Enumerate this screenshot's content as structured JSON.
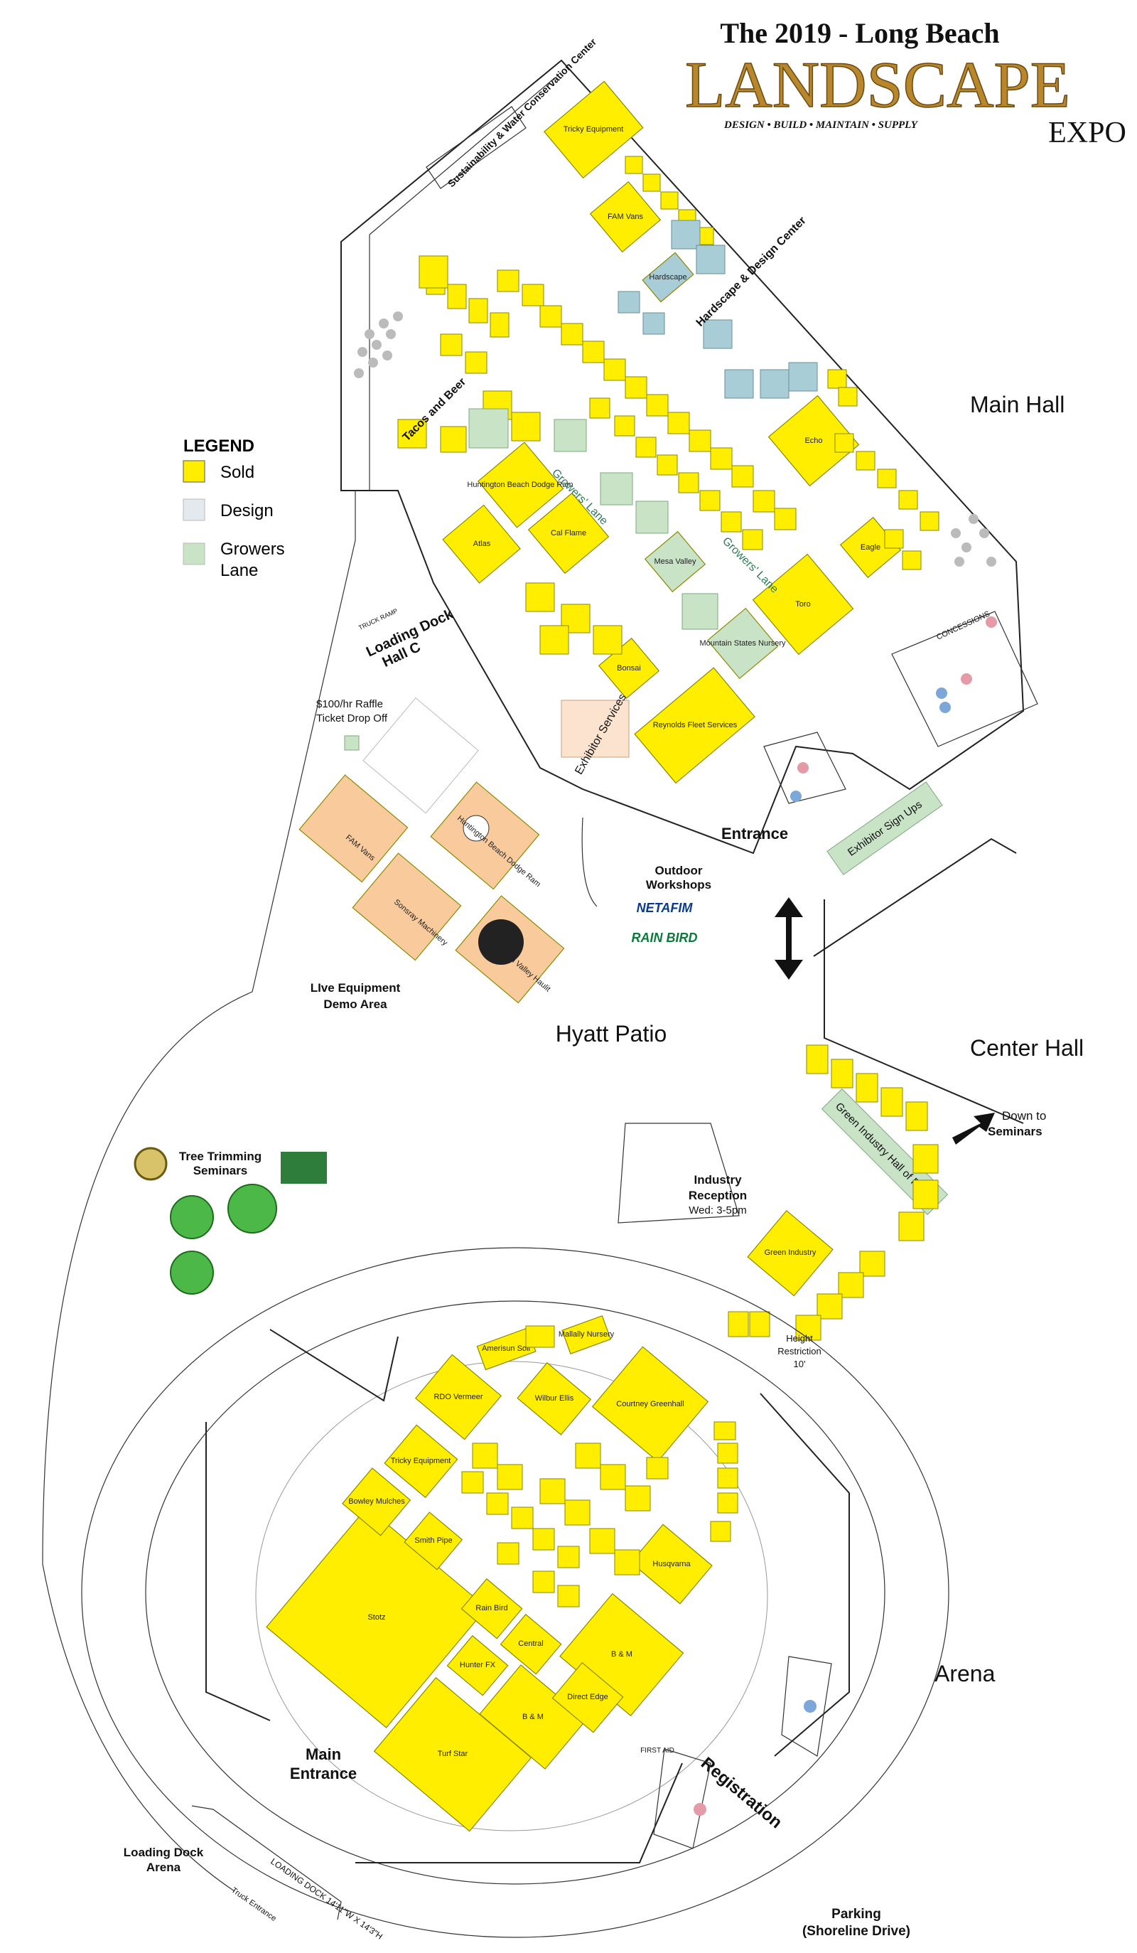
{
  "header": {
    "line1": "The 2019 - Long Beach",
    "line2": "LANDSCAPE",
    "tagline": "DESIGN • BUILD • MAINTAIN • SUPPLY",
    "line3": "EXPO"
  },
  "legend": {
    "title": "LEGEND",
    "items": [
      {
        "label": "Sold",
        "color": "#ffee00"
      },
      {
        "label": "Design",
        "color": "#e3e9ef"
      },
      {
        "label": "Growers",
        "label2": "Lane",
        "color": "#c8e3c6"
      }
    ]
  },
  "areas": {
    "main_hall": "Main Hall",
    "center_hall": "Center Hall",
    "arena": "Arena",
    "hyatt_patio": "Hyatt Patio",
    "entrance": "Entrance",
    "main_entrance_1": "Main",
    "main_entrance_2": "Entrance",
    "registration": "Registration",
    "loading_dock_c_1": "Loading Dock",
    "loading_dock_c_2": "Hall C",
    "loading_dock_arena_1": "Loading Dock",
    "loading_dock_arena_2": "Arena",
    "parking_1": "Parking",
    "parking_2": "(Shoreline Drive)",
    "raffle_1": "$100/hr Raffle",
    "raffle_2": "Ticket Drop Off",
    "demo_1": "LIve Equipment",
    "demo_2": "Demo Area",
    "outdoor_1": "Outdoor",
    "outdoor_2": "Workshops",
    "netafim": "NETAFIM",
    "rainbird": "RAIN BIRD",
    "tree_1": "Tree Trimming",
    "tree_2": "Seminars",
    "industry_1": "Industry",
    "industry_2": "Reception",
    "industry_3": "Wed: 3-5pm",
    "height_1": "Height",
    "height_2": "Restriction",
    "height_3": "10'",
    "down_1": "Down to",
    "down_2": "Seminars",
    "growers_lane": "Growers' Lane",
    "hardscape_center": "Hardscape & Design Center",
    "sustainability": "Sustainability & Water Conservation Center",
    "tacos": "Tacos and Beer",
    "exhibitor_services": "Exhibitor Services",
    "exhibitor_signups": "Exhibitor Sign Ups",
    "green_industry": "Green Industry Hall of Fame",
    "truck_ramp": "TRUCK RAMP",
    "truck_entrance": "Truck Entrance",
    "loading_dock_size": "LOADING DOCK 14'11\"W X 14'3\"H",
    "first_aid": "FIRST AID",
    "concessions": "CONCESSIONS"
  },
  "booths": {
    "main_hall": [
      {
        "name": "Tricky Equipment"
      },
      {
        "name": "FAM Vans"
      },
      {
        "name": "Echo"
      },
      {
        "name": "Toro"
      },
      {
        "name": "Reynolds Fleet Services"
      },
      {
        "name": "Huntington Beach Dodge Ram"
      },
      {
        "name": "Cal Flame"
      },
      {
        "name": "Atlas"
      },
      {
        "name": "Mountain States Nursery"
      },
      {
        "name": "Bonsai"
      },
      {
        "name": "Mesa Valley"
      },
      {
        "name": "Eagle"
      },
      {
        "name": "Hardscape"
      }
    ],
    "demo": [
      {
        "name": "FAM Vans"
      },
      {
        "name": "Huntington Beach Dodge Ram"
      },
      {
        "name": "Sonsray Machinery"
      },
      {
        "name": "Green Valley Haulit"
      }
    ],
    "center_hall": [
      {
        "name": "Green Industry"
      }
    ],
    "arena": [
      {
        "name": "Stotz"
      },
      {
        "name": "Turf Star"
      },
      {
        "name": "B & M"
      },
      {
        "name": "Direct Edge"
      },
      {
        "name": "Central"
      },
      {
        "name": "Hunter FX"
      },
      {
        "name": "Rain Bird"
      },
      {
        "name": "Smith Pipe"
      },
      {
        "name": "Bowley Mulches"
      },
      {
        "name": "Tricky Equipment"
      },
      {
        "name": "RDO Vermeer"
      },
      {
        "name": "Wilbur Ellis"
      },
      {
        "name": "Courtney Greenhall"
      },
      {
        "name": "Husqvarna"
      },
      {
        "name": "Amerisun Soil"
      },
      {
        "name": "Mallally Nursery"
      }
    ]
  }
}
